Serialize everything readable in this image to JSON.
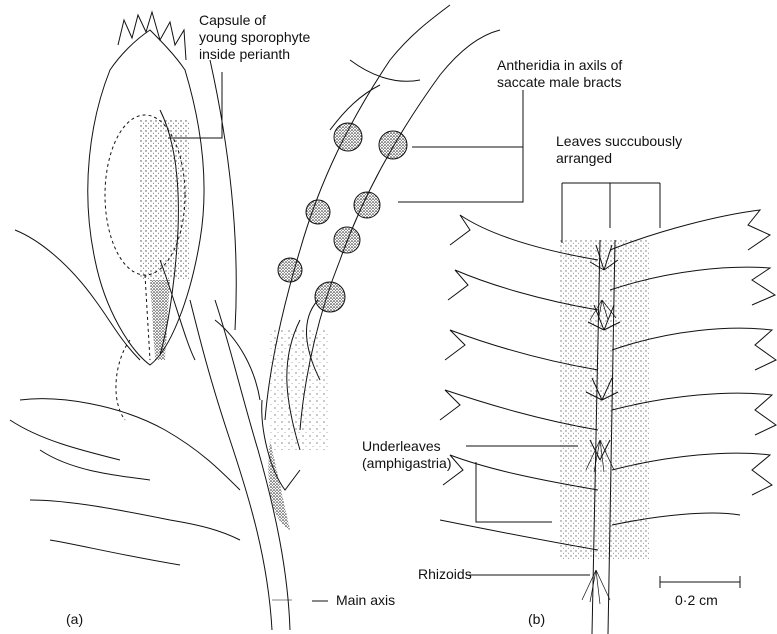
{
  "colors": {
    "ink": "#111111",
    "paper": "#ffffff",
    "stipple": "#333333"
  },
  "labels": {
    "capsule": "Capsule of\nyoung sporophyte\ninside perianth",
    "antheridia": "Antheridia in axils of\nsaccate male bracts",
    "leaves": "Leaves succubously\narranged",
    "underleaves": "Underleaves\n(amphigastria)",
    "rhizoids": "Rhizoids",
    "main_axis": "Main axis",
    "panel_a": "(a)",
    "panel_b": "(b)",
    "scale_bar": "0·2 cm"
  }
}
